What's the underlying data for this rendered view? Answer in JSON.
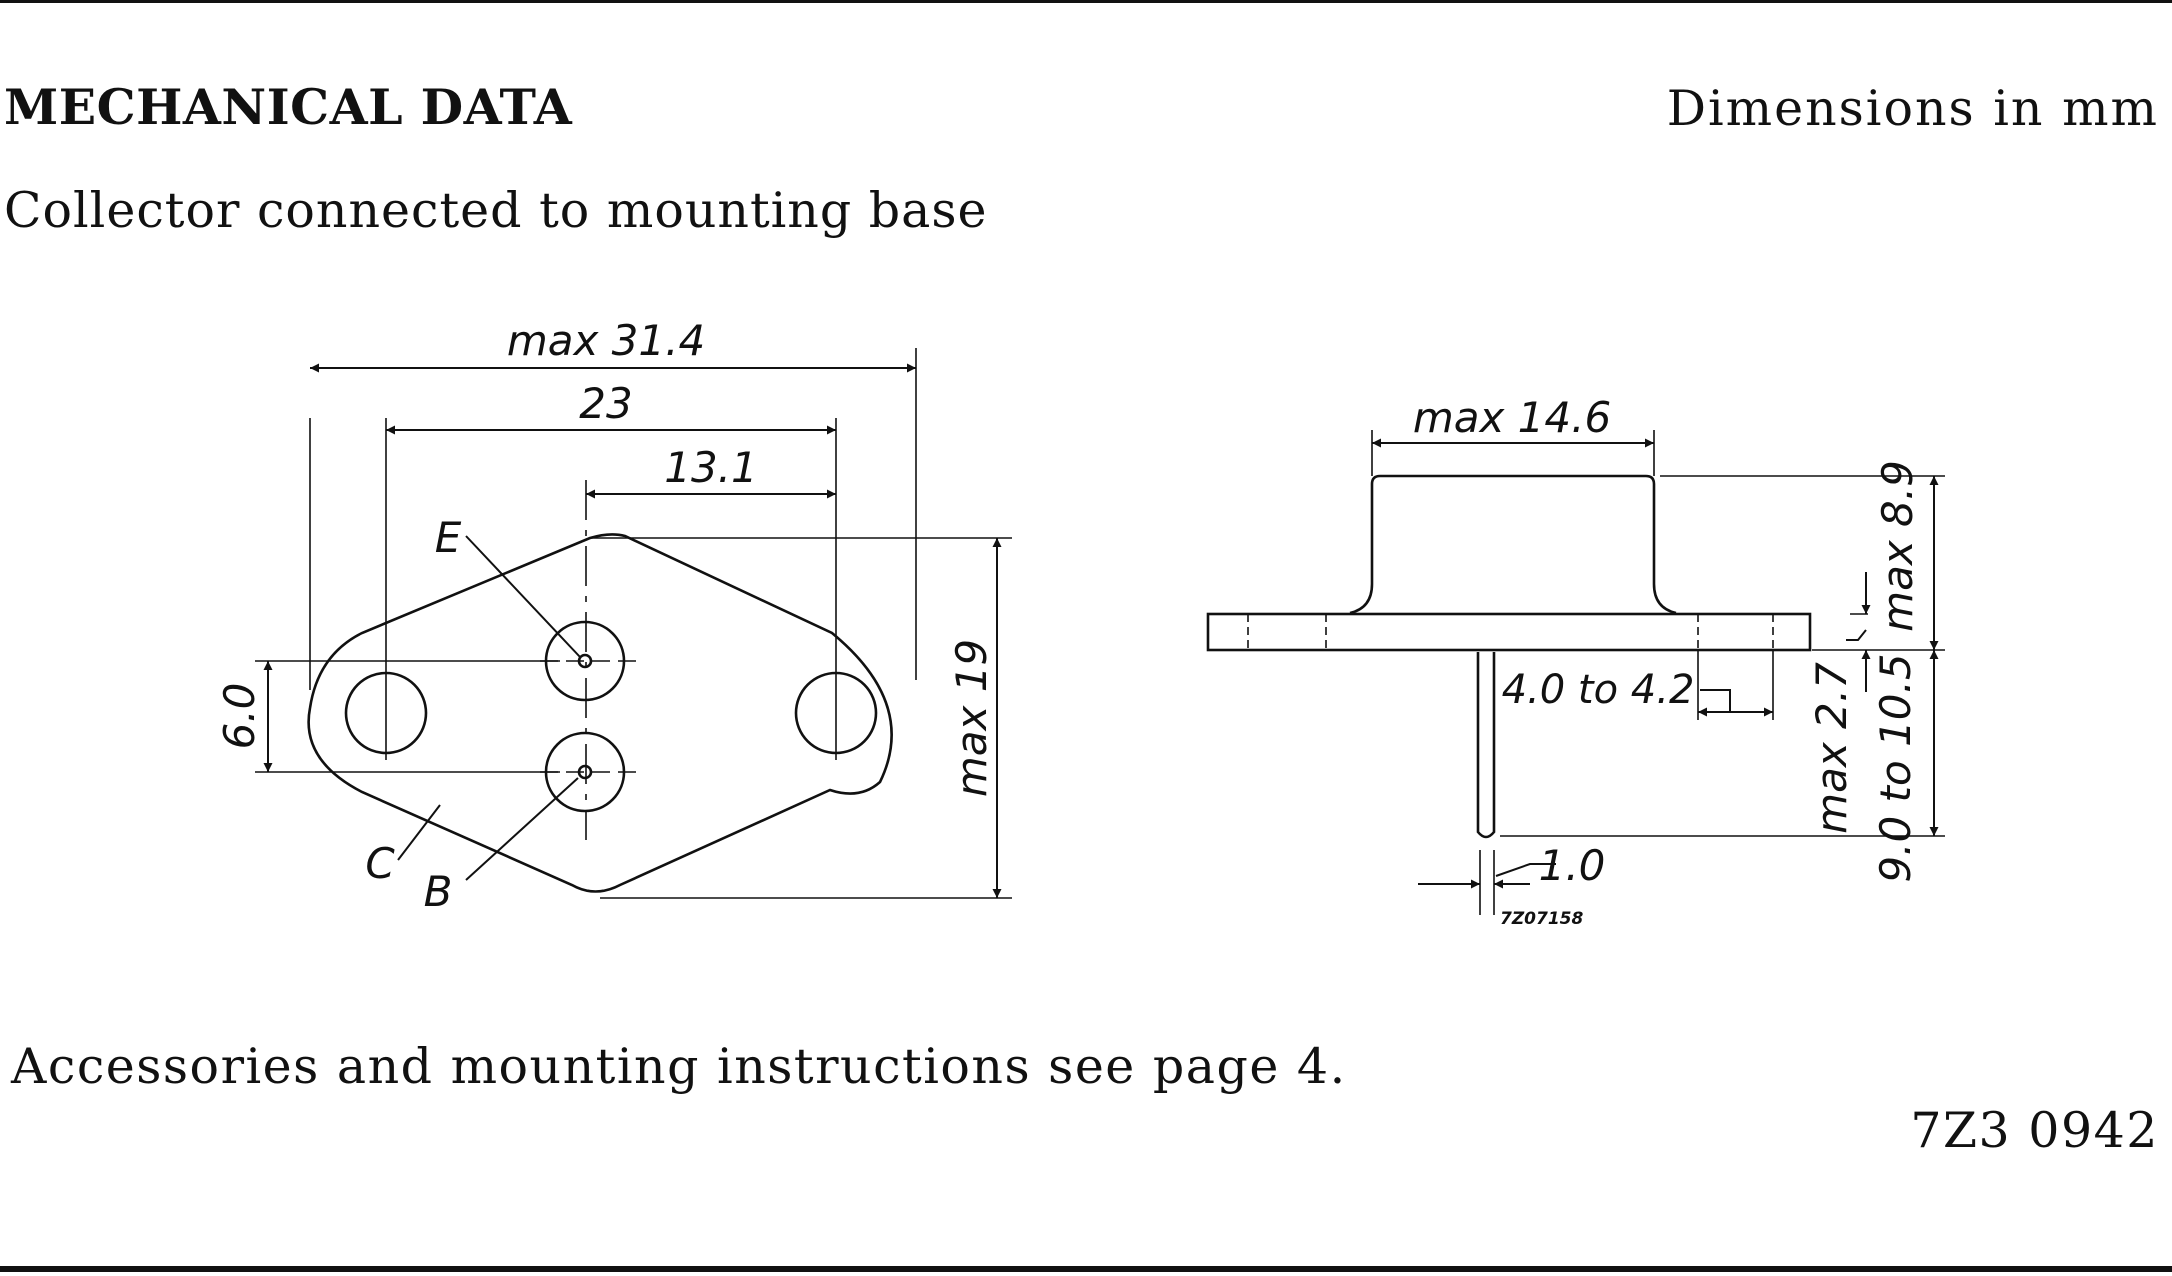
{
  "header": {
    "title": "MECHANICAL DATA",
    "units": "Dimensions in mm",
    "subtitle": "Collector connected to mounting base"
  },
  "top_view": {
    "dim_overall": "max 31.4",
    "dim_hole_spacing": "23",
    "dim_center_to_hole": "13.1",
    "dim_pin_spacing": "6.0",
    "dim_height": "max 19",
    "label_emitter": "E",
    "label_collector": "C",
    "label_base": "B"
  },
  "side_view": {
    "dim_cap_width": "max 14.6",
    "dim_cap_height": "max 8.9",
    "dim_flange": "max 2.7",
    "dim_lead_length": "9.0 to 10.5",
    "dim_hole_width": "4.0 to 4.2",
    "dim_lead_dia": "1.0",
    "drawing_code": "7Z07158"
  },
  "footer": {
    "note": "Accessories and mounting instructions see page 4.",
    "figure_code": "7Z3 0942"
  }
}
